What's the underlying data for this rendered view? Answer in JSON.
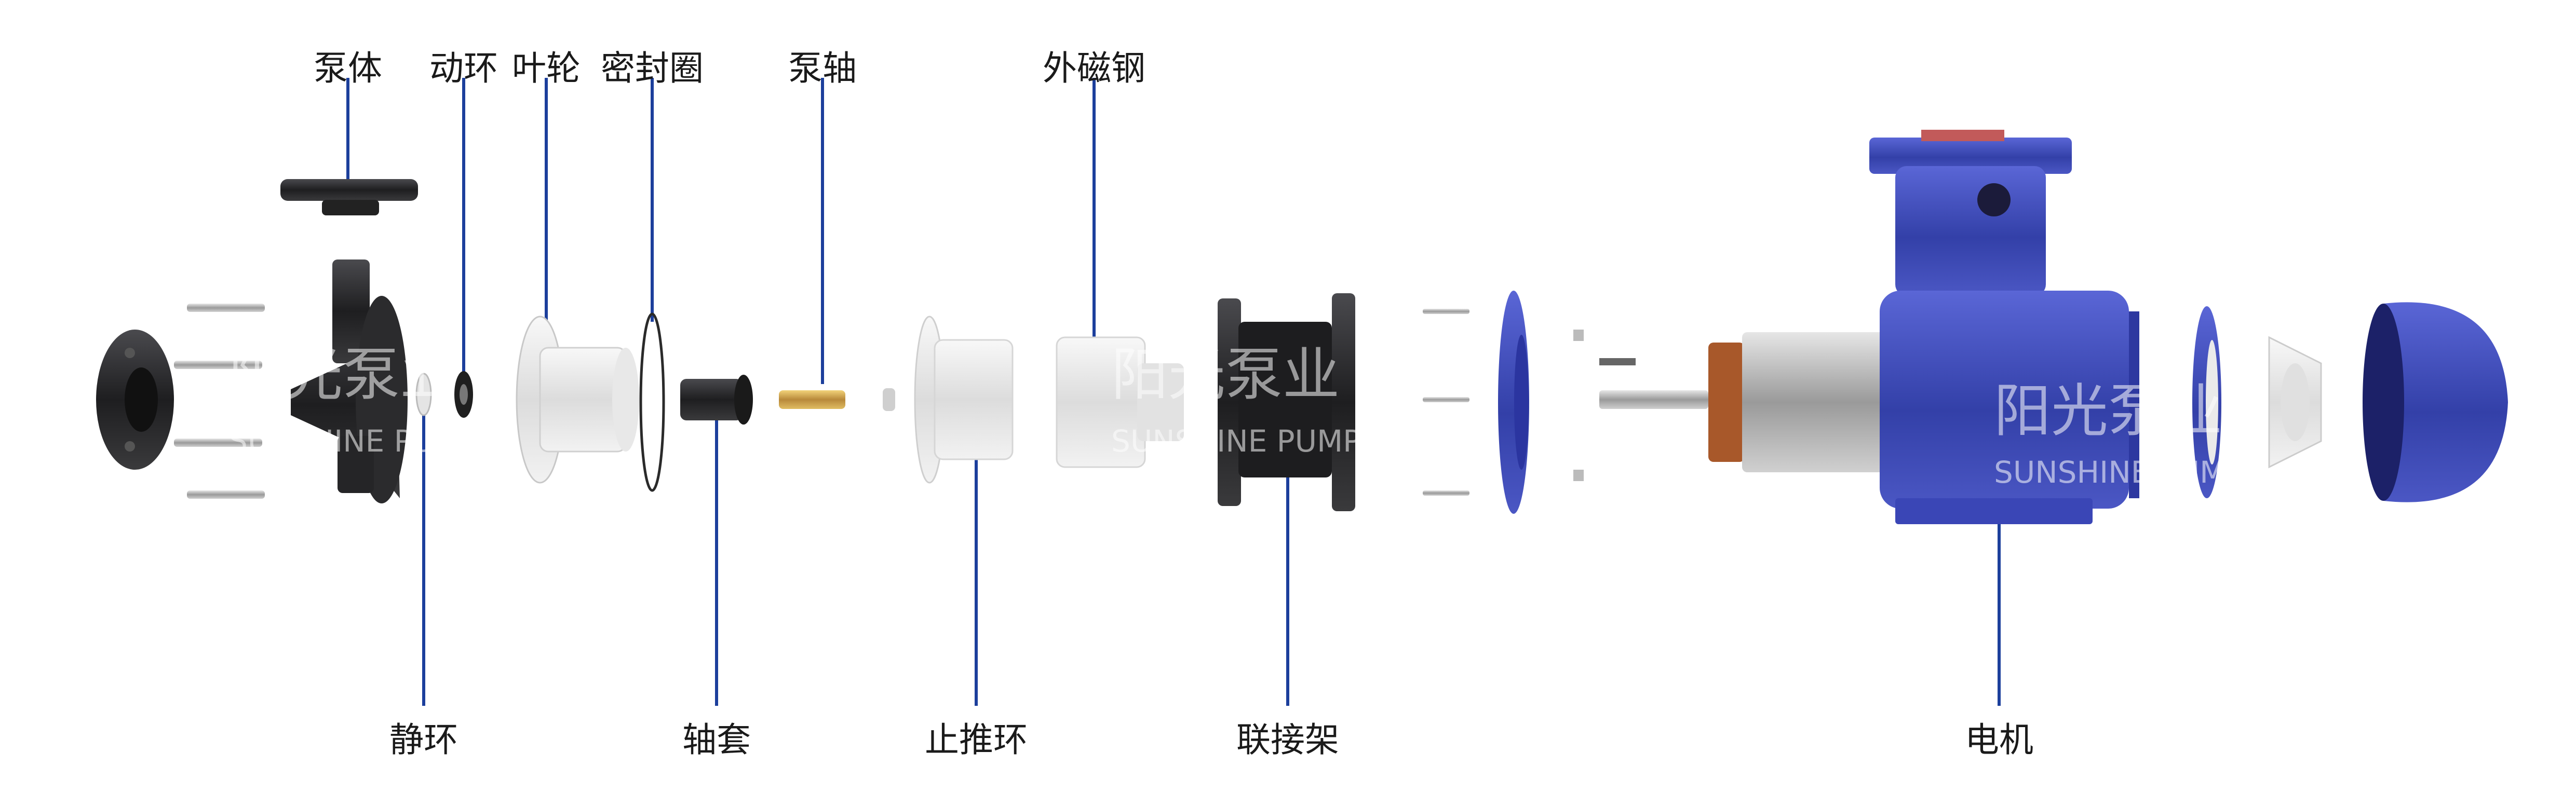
{
  "labels": {
    "pump_body": "泵体",
    "moving_ring": "动环",
    "impeller": "叶轮",
    "seal_ring": "密封圈",
    "pump_shaft": "泵轴",
    "outer_magnet": "外磁钢",
    "static_ring": "静环",
    "shaft_sleeve": "轴套",
    "thrust_ring": "止推环",
    "coupling_frame": "联接架",
    "motor": "电机"
  },
  "watermark": {
    "cn": "阳光泵业",
    "en": "SUNSHINE PUMP"
  },
  "colors": {
    "leader_line": "#1c3f9c",
    "motor_blue": "#3a48b8",
    "dark_part": "#2a2a2c",
    "white_part": "#eeeeee",
    "brass": "#c9a24a"
  }
}
